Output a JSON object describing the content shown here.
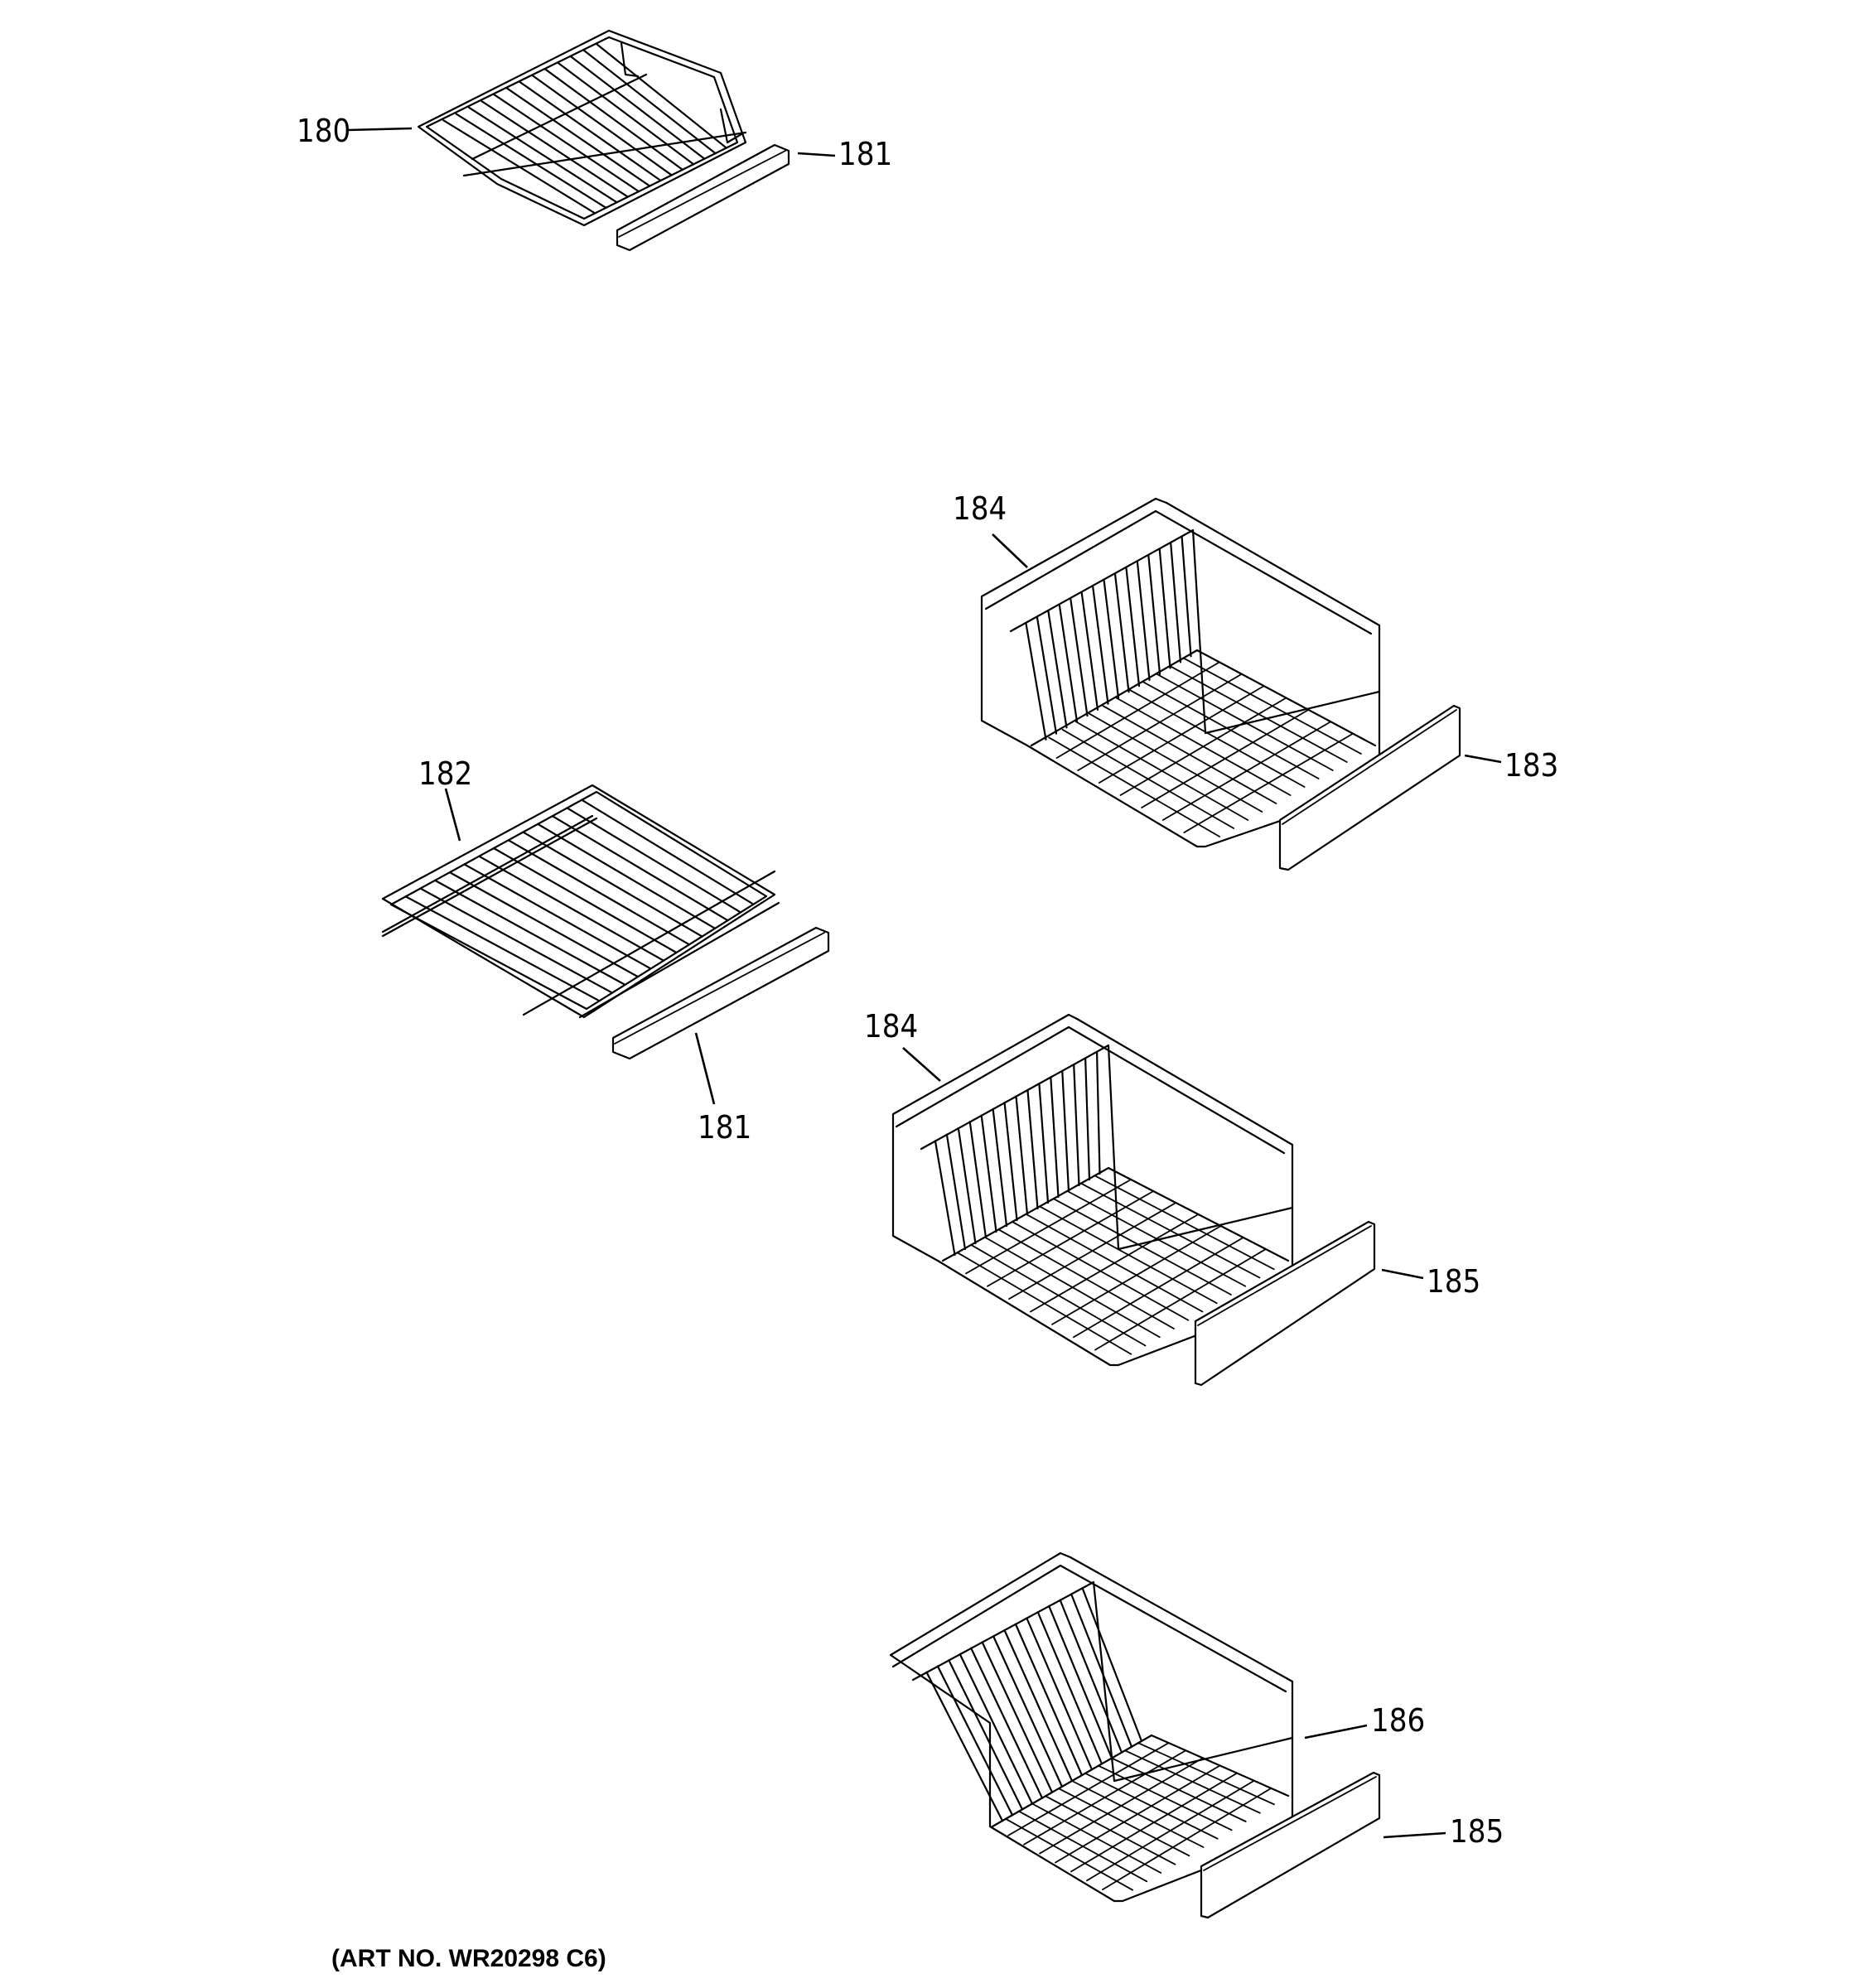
{
  "figure": {
    "art_number": "(ART NO. WR20298 C6)"
  },
  "callouts": [
    {
      "id": "c180",
      "label": "180"
    },
    {
      "id": "c181a",
      "label": "181"
    },
    {
      "id": "c184a",
      "label": "184"
    },
    {
      "id": "c183",
      "label": "183"
    },
    {
      "id": "c182",
      "label": "182"
    },
    {
      "id": "c181b",
      "label": "181"
    },
    {
      "id": "c184b",
      "label": "184"
    },
    {
      "id": "c185a",
      "label": "185"
    },
    {
      "id": "c186",
      "label": "186"
    },
    {
      "id": "c185b",
      "label": "185"
    }
  ],
  "parts": [
    {
      "part": "shelf",
      "callout": "180"
    },
    {
      "part": "trim",
      "callout": "181"
    },
    {
      "part": "basket",
      "callout": "184"
    },
    {
      "part": "basket-front",
      "callout": "183"
    },
    {
      "part": "shelf",
      "callout": "182"
    },
    {
      "part": "basket-front",
      "callout": "185"
    },
    {
      "part": "basket",
      "callout": "186"
    }
  ]
}
